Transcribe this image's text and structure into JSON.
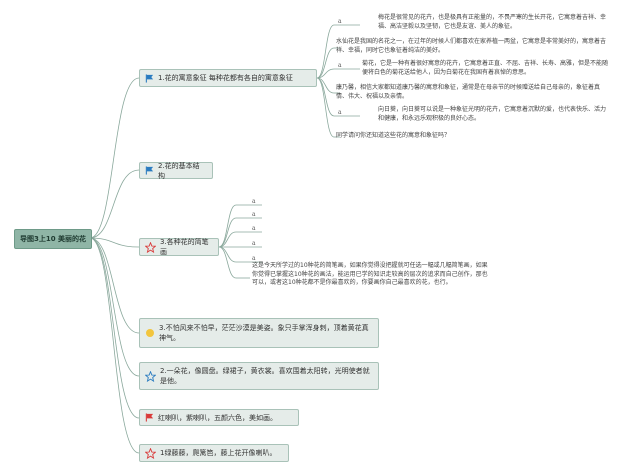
{
  "root": {
    "label": "导图3上10 美丽的花"
  },
  "branches": [
    {
      "label": "1.花的寓意象征 每种花都有各自的寓意象征",
      "icon": "blue-flag-icon",
      "children": [
        {
          "bullet": "a",
          "text": "梅花是很常见的花卉，也是极具有正能量的，不畏严寒的生长开花，它寓意着吉祥、幸福、高洁坚毅以及坚韧，它也是友谊、美人的象征。"
        },
        {
          "bullet": "",
          "text": "水仙花是我国的名花之一，在过年的时候人们都喜欢在家养植一两盆，它寓意是非常美好的，寓意着吉祥、幸福，同时它也象征着纯洁的美好。"
        },
        {
          "bullet": "a",
          "text": "菊花，它是一种有着很好寓意的花卉，它寓意着正直、不屈、吉祥、长寿、高雅，但是不能随便将白色的菊花送给他人，因为白菊花在我国有着哀悼的意思。"
        },
        {
          "bullet": "",
          "text": "康乃馨，相信大家都知道康乃馨的寓意和象征，通常是在母亲节的时候赠送给自己母亲的，象征着真情、伟大、祝福以及亲情。"
        },
        {
          "bullet": "a",
          "text": "向日葵，向日葵可以说是一种象征光明的花卉，它寓意着沉默的爱，也代表快乐、活力和健康，和永远乐观积极的良好心态。"
        },
        {
          "bullet": "",
          "text": "同学请问你还知道这些花的寓意和象征吗？"
        }
      ]
    },
    {
      "label": "2.花的基本结构",
      "icon": "blue-flag-icon",
      "children": []
    },
    {
      "label": "3.各种花的简笔画",
      "icon": "red-star-icon",
      "children": [
        {
          "bullet": "a",
          "text": ""
        },
        {
          "bullet": "a",
          "text": ""
        },
        {
          "bullet": "a",
          "text": ""
        },
        {
          "bullet": "a",
          "text": ""
        },
        {
          "bullet": "a",
          "text": ""
        },
        {
          "bullet": "",
          "text": "这是今天所学过的10种花的简笔画，如果你觉得没把握就可任选一幅或几幅简笔画，如果你觉得已掌握这10种花的画法，能运用已学的知识走较高的层次的追求而自己创作，那也可以，或者这10种花都不是你最喜欢的，你要画你自己最喜欢的花，也行。"
        }
      ]
    },
    {
      "label": "3.不怕风来不怕早，茫茫沙漠是美姿。象只手掌浑身刺，顶着黄花真神气。",
      "icon": "sun-icon",
      "children": []
    },
    {
      "label": "2.一朵花，像圆盘。绿裙子，黄衣裳。喜欢围着太阳转，光明使者就是他。",
      "icon": "blue-star-icon",
      "children": []
    },
    {
      "label": "红喇叭，紫喇叭，五颜六色，美如画。",
      "icon": "red-flag-icon",
      "children": []
    },
    {
      "label": "1绿藤藤，爬篱笆，藤上花开像喇叭。",
      "icon": "red-star-icon",
      "children": []
    }
  ],
  "colors": {
    "root_fill": "#8fb5a6",
    "branch_fill": "#e5ece9",
    "branch_border": "#a9c2b8",
    "connector": "#8aa89c",
    "blue_icon": "#2a7bc0",
    "red_icon": "#d93a3a",
    "sun_icon": "#f2c53d"
  }
}
